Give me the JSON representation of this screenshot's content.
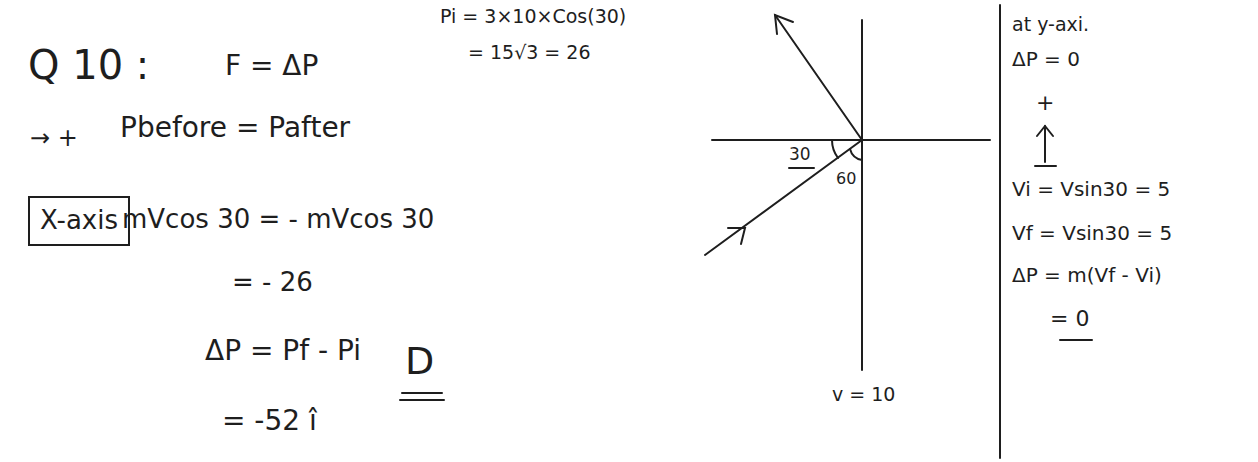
{
  "diagram": {
    "nodes": [
      {
        "text": [
          "X-axis"
        ]
      }
    ],
    "labels": [
      "Q 10 :",
      "F = ΔP",
      "Pi = 3×10×Cos(30)",
      "= 15√3 = 26",
      "→ +",
      "Pbefore = Pafter",
      "mVcos 30 = - mVcos 30",
      "= - 26",
      "ΔP = Pf - Pi",
      "D",
      "= -52 î",
      "30",
      "60",
      "v = 10",
      "at y-axi.",
      "ΔP = 0",
      "+",
      "Vi = Vsin30 = 5",
      "Vf = Vsin30 = 5",
      "ΔP = m(Vf - Vi)",
      "= 0"
    ]
  }
}
